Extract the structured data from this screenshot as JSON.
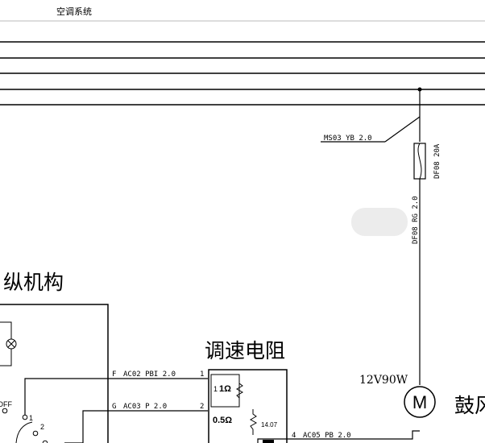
{
  "header": {
    "title": "空调系统"
  },
  "wires": {
    "ms03": "MS03 YB 2.0",
    "df08_fuse": "DF08 20A",
    "df08_wire": "DF08 RG 2.0",
    "ac02": "AC02 PBI 2.0",
    "ac03": "AC03 P 2.0",
    "ac05": "AC05 PB 2.0"
  },
  "pins": {
    "f": "F",
    "g": "G",
    "p1": "1",
    "p2": "2",
    "p4": "4"
  },
  "blocks": {
    "control_title": "纵机构",
    "resistor_title": "调速电阻",
    "motor_rating": "12V90W",
    "motor_title": "鼓风"
  },
  "resistor": {
    "r1": "1Ω",
    "r2": "0.5Ω",
    "pin_1": "1",
    "pin_2": "2",
    "pin_3": "1",
    "pin_4": "4",
    "t1": "14.07"
  },
  "switch": {
    "off": "OFF",
    "pos1": "1",
    "pos2": "2"
  }
}
